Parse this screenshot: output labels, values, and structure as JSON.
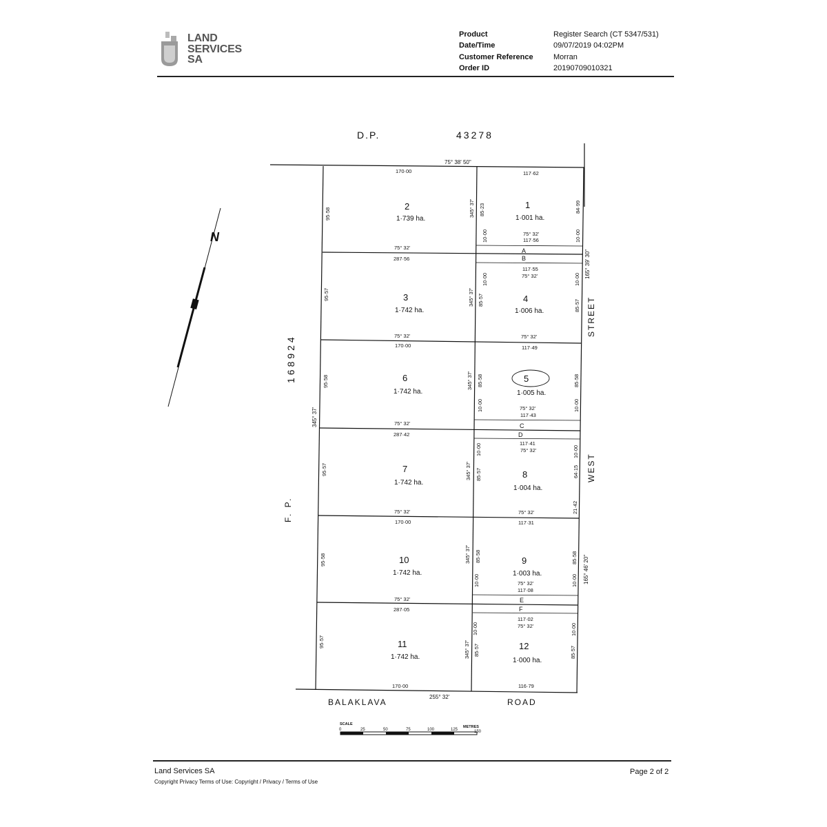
{
  "header": {
    "logo_lines": [
      "LAND",
      "SERVICES",
      "SA"
    ],
    "meta": [
      {
        "label": "Product",
        "value": "Register Search (CT 5347/531)"
      },
      {
        "label": "Date/Time",
        "value": "09/07/2019 04:02PM"
      },
      {
        "label": "Customer Reference",
        "value": "Morran"
      },
      {
        "label": "Order ID",
        "value": "20190709010321"
      }
    ]
  },
  "plan": {
    "dp_label": "D.P.",
    "dp_number": "43278",
    "fp_label": "F. P.",
    "fp_number": "168924",
    "north_label": "N",
    "top_bearing": "75° 38' 50\"",
    "road_left": "BALAKLAVA",
    "road_right": "ROAD",
    "road_bearing": "255° 32'",
    "street_west_top": "STREET",
    "street_west_bottom": "WEST",
    "street_bearing_1": "165° 39' 30\"",
    "street_bearing_2": "165° 46' 20\"",
    "west_bearing": "345° 37'",
    "scale_label": "SCALE",
    "scale_unit": "METRES",
    "scale_ticks": [
      "0",
      "25",
      "50",
      "75",
      "100",
      "125",
      "150"
    ],
    "allotments": [
      {
        "number": "2",
        "area": "1·739 ha."
      },
      {
        "number": "1",
        "area": "1·001 ha."
      },
      {
        "number": "3",
        "area": "1·742 ha."
      },
      {
        "number": "4",
        "area": "1·006 ha."
      },
      {
        "number": "6",
        "area": "1·742 ha."
      },
      {
        "number": "5",
        "area": "1·005 ha."
      },
      {
        "number": "7",
        "area": "1·742 ha."
      },
      {
        "number": "8",
        "area": "1·004 ha."
      },
      {
        "number": "10",
        "area": "1·742 ha."
      },
      {
        "number": "9",
        "area": "1·003 ha."
      },
      {
        "number": "11",
        "area": "1·742 ha."
      },
      {
        "number": "12",
        "area": "1·000 ha."
      }
    ],
    "easements": [
      "A",
      "B",
      "C",
      "D",
      "E",
      "F"
    ],
    "dims_top": [
      "170·00",
      "117·62"
    ],
    "dims_left_col": [
      "95·58",
      "95·57",
      "95·58",
      "95·57",
      "95·58",
      "95·57"
    ],
    "dims_mid_col": [
      "85·23",
      "85·57",
      "85·58",
      "85·57",
      "85·58",
      "85·57"
    ],
    "dims_right_col": [
      "84·99",
      "85·57",
      "85·58",
      "64·15",
      "21·42",
      "85·58",
      "85·57"
    ],
    "dims_horizontal_left": [
      "287·56",
      "170·00",
      "287·42",
      "170·00",
      "287·05",
      "170·00"
    ],
    "dims_horizontal_right": [
      "117·56",
      "117·55",
      "117·49",
      "117·43",
      "117·41",
      "117·31",
      "117·08",
      "117·02",
      "116·79"
    ],
    "bearing_short": "75° 32'",
    "bearing_mid": "345° 37'",
    "easement_width": "10·00"
  },
  "footer": {
    "org": "Land Services SA",
    "links": "Copyright Privacy Terms of Use: Copyright / Privacy / Terms of Use",
    "page": "Page 2 of 2"
  }
}
